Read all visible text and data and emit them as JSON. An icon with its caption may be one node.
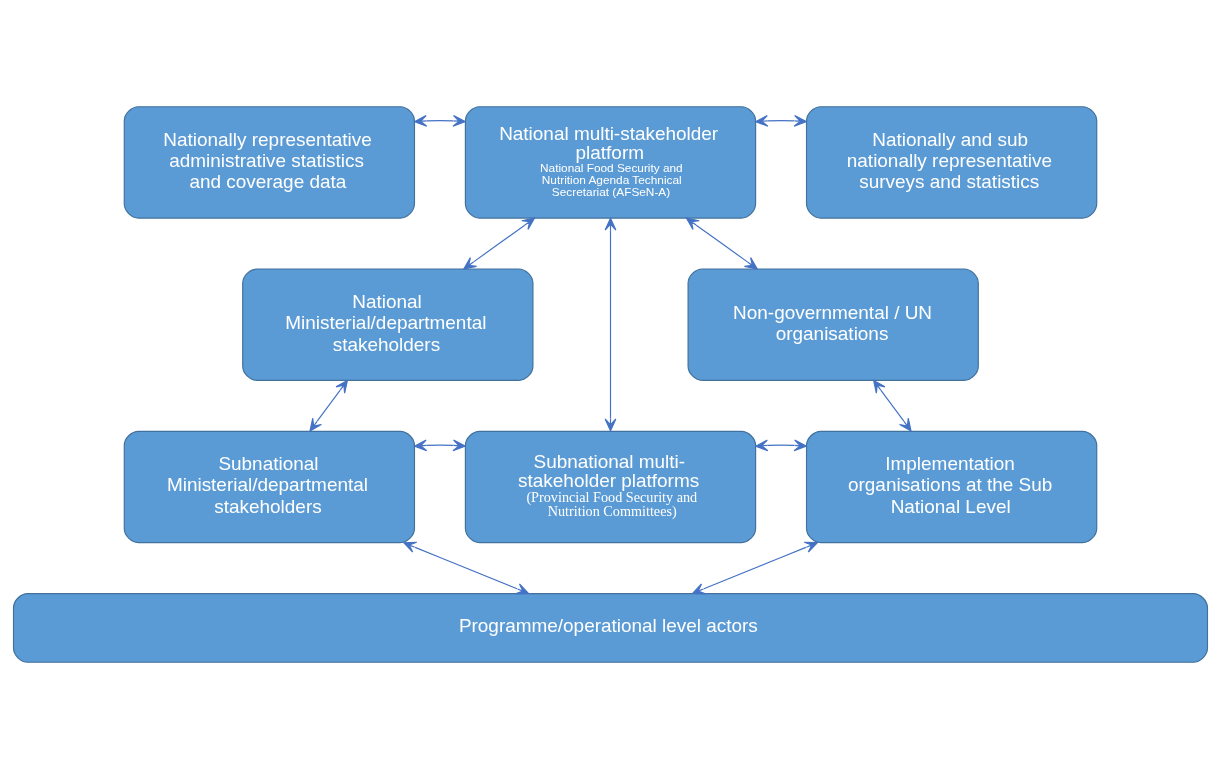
{
  "diagram": {
    "nodes": [
      {
        "text": [
          "Nationally representative administrative statistics and coverage data"
        ]
      },
      {
        "text": [
          "National multi-stakeholder platform",
          "National Food Security and Nutrition Agenda Technical Secretariat (AFSeN-A)"
        ]
      },
      {
        "text": [
          "Nationally and sub nationally representative surveys and statistics"
        ]
      },
      {
        "text": [
          "National Ministerial/departmental stakeholders"
        ]
      },
      {
        "text": [
          "Non-governmental / UN organisations"
        ]
      },
      {
        "text": [
          "Subnational multi-stakeholder platforms",
          "(Provincial Food Security and Nutrition Committees)"
        ]
      },
      {
        "text": [
          "Subnational Ministerial/departmental stakeholders"
        ]
      },
      {
        "text": [
          "Implementation organisations at the Sub National Level"
        ]
      },
      {
        "text": [
          "Programme/operational level actors"
        ]
      }
    ],
    "edges": [
      {
        "from": 0,
        "to": 1,
        "arrow": "both"
      },
      {
        "from": 1,
        "to": 2,
        "arrow": "both"
      },
      {
        "from": 1,
        "to": 3,
        "arrow": "both"
      },
      {
        "from": 1,
        "to": 5,
        "arrow": "both"
      },
      {
        "from": 1,
        "to": 4,
        "arrow": "both"
      },
      {
        "from": 3,
        "to": 6,
        "arrow": "both"
      },
      {
        "from": 4,
        "to": 7,
        "arrow": "both"
      },
      {
        "from": 5,
        "to": 6,
        "arrow": "both"
      },
      {
        "from": 5,
        "to": 7,
        "arrow": "both"
      },
      {
        "from": 6,
        "to": 8,
        "arrow": "both"
      },
      {
        "from": 7,
        "to": 8,
        "arrow": "both"
      }
    ]
  }
}
